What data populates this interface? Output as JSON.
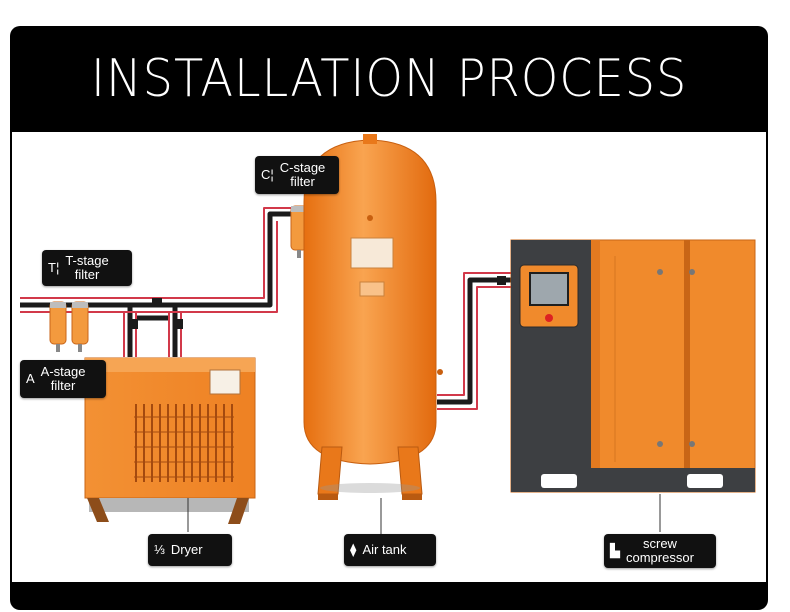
{
  "title": "INSTALLATION PROCESS",
  "labels": {
    "c_stage": {
      "icon": "C¦",
      "text": "C-stage\nfilter"
    },
    "t_stage": {
      "icon": "T¦",
      "text": "T-stage\nfilter"
    },
    "a_stage": {
      "icon": "A",
      "text": "A-stage\nfilter"
    },
    "dryer": {
      "icon": "⅓",
      "text": "Dryer"
    },
    "air_tank": {
      "icon": "⧫",
      "text": "Air tank"
    },
    "screw_compressor": {
      "icon": "▙",
      "text": "screw\ncompressor"
    }
  },
  "colors": {
    "orange": "#f0882a",
    "orange_dark": "#d96a12",
    "pipe_red": "#d2394a",
    "frame": "#000000",
    "label_bg": "#111111",
    "compressor_panel": "#3d3f42"
  }
}
